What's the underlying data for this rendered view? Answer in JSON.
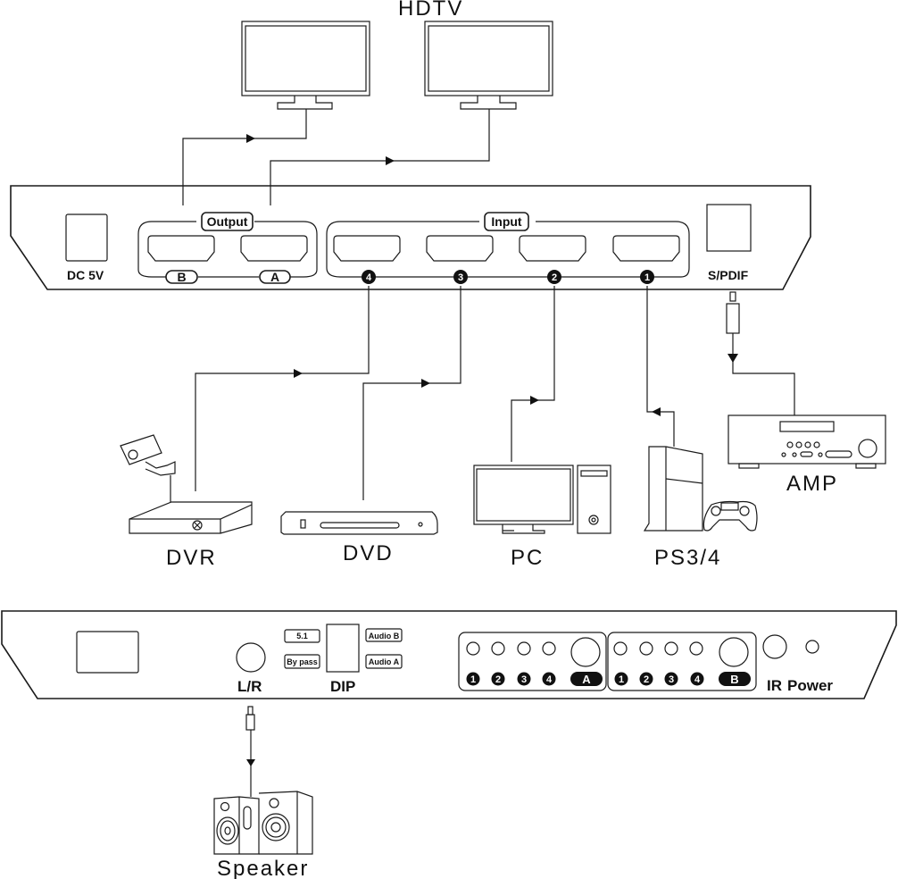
{
  "diagram": {
    "title": "HDTV",
    "front_panel": {
      "power_label": "DC 5V",
      "output_group_label": "Output",
      "output_ports": [
        "B",
        "A"
      ],
      "input_group_label": "Input",
      "input_ports": [
        "4",
        "3",
        "2",
        "1"
      ],
      "spdif_label": "S/PDIF"
    },
    "sources": [
      {
        "name": "DVR",
        "input": "4"
      },
      {
        "name": "DVD",
        "input": "3"
      },
      {
        "name": "PC",
        "input": "2"
      },
      {
        "name": "PS3/4",
        "input": "1"
      }
    ],
    "audio_out": {
      "name": "AMP"
    },
    "rear_panel": {
      "lr_label": "L/R",
      "dip_label": "DIP",
      "dip_options_left": [
        "5.1",
        "By pass"
      ],
      "dip_options_right": [
        "Audio B",
        "Audio A"
      ],
      "group_a": {
        "leds": [
          "1",
          "2",
          "3",
          "4"
        ],
        "button": "A"
      },
      "group_b": {
        "leds": [
          "1",
          "2",
          "3",
          "4"
        ],
        "button": "B"
      },
      "ir_label": "IR",
      "power_label": "Power"
    },
    "speaker": {
      "name": "Speaker"
    }
  }
}
